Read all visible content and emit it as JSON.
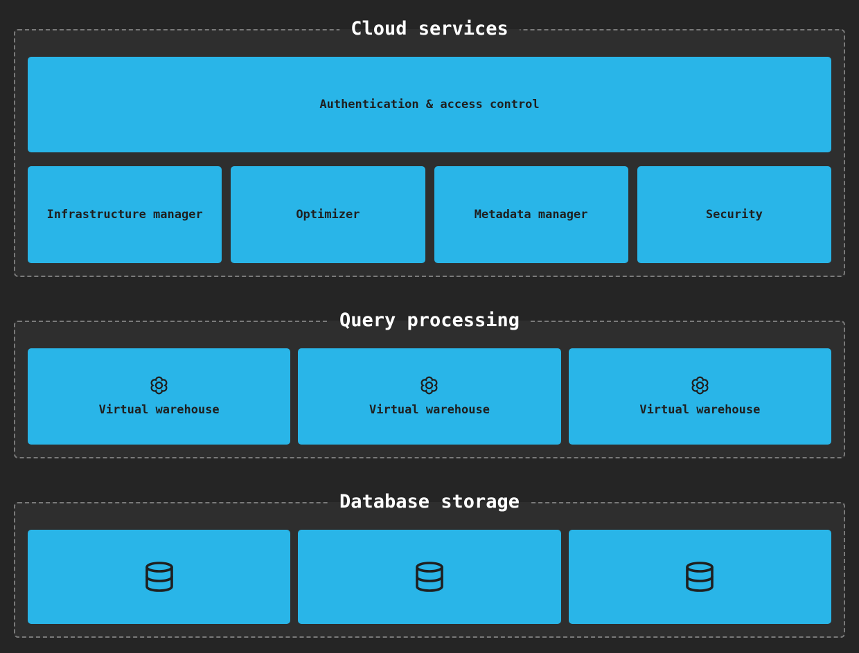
{
  "diagram": {
    "kind": "architecture-diagram",
    "colors": {
      "page_bg": "#252525",
      "panel_bg": "#2e2e2e",
      "panel_border": "#7a7a7a",
      "node_blue": "#29B5E8",
      "node_text": "#1f1f1f",
      "title_text": "#ffffff"
    },
    "sections": {
      "cloud_services": {
        "title": "Cloud services",
        "banner": "Authentication & access control",
        "boxes": [
          "Infrastructure manager",
          "Optimizer",
          "Metadata manager",
          "Security"
        ]
      },
      "query_processing": {
        "title": "Query processing",
        "warehouses": [
          {
            "icon": "gear-icon",
            "label": "Virtual warehouse"
          },
          {
            "icon": "gear-icon",
            "label": "Virtual warehouse"
          },
          {
            "icon": "gear-icon",
            "label": "Virtual warehouse"
          }
        ]
      },
      "database_storage": {
        "title": "Database storage",
        "databases": [
          {
            "icon": "database-icon"
          },
          {
            "icon": "database-icon"
          },
          {
            "icon": "database-icon"
          }
        ]
      }
    }
  }
}
